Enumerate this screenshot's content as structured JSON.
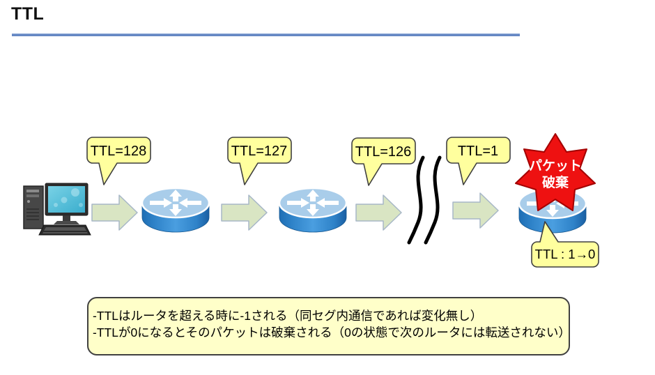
{
  "slide": {
    "title": "TTL"
  },
  "colors": {
    "title_rule": "#6688c4",
    "callout_fill": "#ffff9e",
    "note_fill": "#ffffc9",
    "arrow_fill": "#d9e5c3",
    "burst_fill": "#ee1111",
    "router_blue": "#2e82c8",
    "screen_cyan": "#4fc0da"
  },
  "callouts": [
    {
      "label": "TTL=128"
    },
    {
      "label": "TTL=127"
    },
    {
      "label": "TTL=126"
    },
    {
      "label": "TTL=1"
    },
    {
      "label": "TTL : 1→0"
    }
  ],
  "burst": {
    "line1": "パケット",
    "line2": "破棄"
  },
  "note": {
    "line1": "-TTLはルータを超える時に-1される（同セグ内通信であれば変化無し）",
    "line2": "-TTLが0になるとそのパケットは破棄される（0の状態で次のルータには転送されない）"
  }
}
